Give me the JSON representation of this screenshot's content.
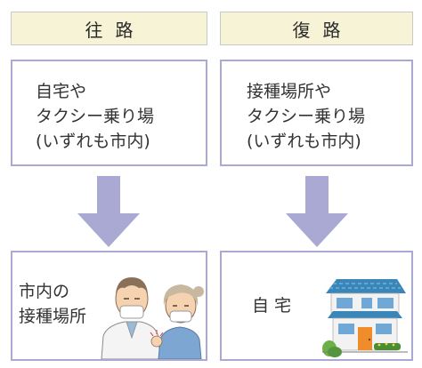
{
  "columns": {
    "outbound": {
      "header": "往路",
      "from": "自宅や\nタクシー乗り場\n(いずれも市内)",
      "to": "市内の\n接種場所",
      "to_illustration": "doctor-and-patient-illustration"
    },
    "return": {
      "header": "復路",
      "from": "接種場所や\nタクシー乗り場\n(いずれも市内)",
      "to": "自 宅",
      "to_illustration": "house-illustration"
    }
  },
  "colors": {
    "header_bg": "#f6f3d6",
    "box_border": "#a9a9d4",
    "arrow": "#a9a9d4"
  }
}
